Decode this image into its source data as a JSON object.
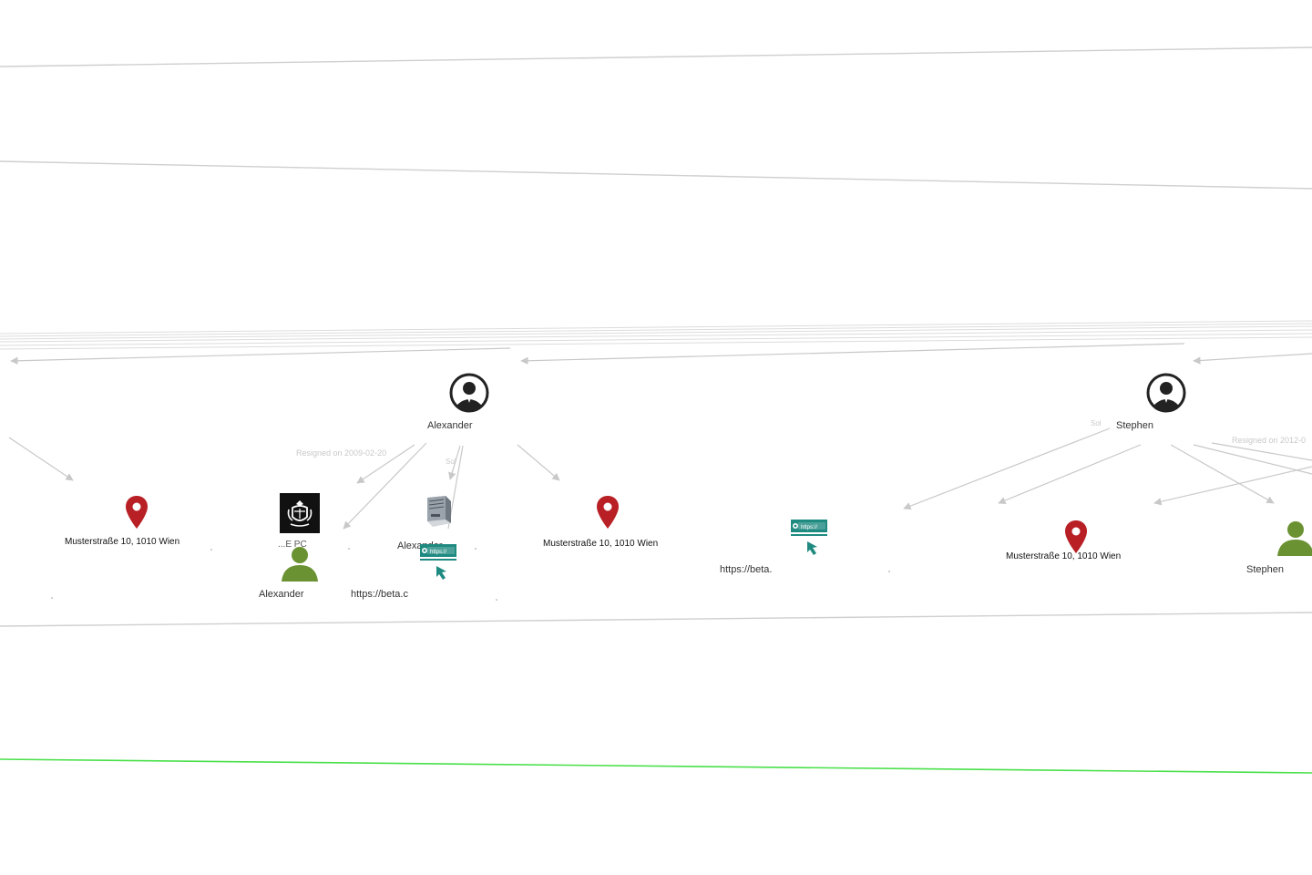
{
  "colors": {
    "edge": "#c8c8c8",
    "pin": "#b82025",
    "person": "#6b9232",
    "url_teal": "#1f8a80",
    "officer": "#222222",
    "green_line": "#49e049"
  },
  "nodes": {
    "officer_1": {
      "label": "Alexander",
      "icon": "officer-icon"
    },
    "officer_2": {
      "label": "Stephen",
      "icon": "officer-icon"
    },
    "address_1": {
      "label": "Musterstraße 10, 1010 Wien",
      "icon": "map-pin-icon"
    },
    "address_2": {
      "label": "Musterstraße 10, 1010 Wien",
      "icon": "map-pin-icon"
    },
    "address_3": {
      "label": "Musterstraße 10, 1010 Wien",
      "icon": "map-pin-icon"
    },
    "company_1": {
      "label": "...E PC",
      "icon": "royal-crest-icon"
    },
    "person_1": {
      "label": "Alexander",
      "icon": "person-icon"
    },
    "person_2": {
      "label": "Stephen",
      "icon": "person-icon"
    },
    "server_1": {
      "label": "Alexander",
      "icon": "server-icon"
    },
    "url_1": {
      "label": "https://beta.c",
      "icon": "url-icon",
      "badge": "https://"
    },
    "url_2": {
      "label": "https://beta.",
      "icon": "url-icon",
      "badge": "https://"
    }
  },
  "edge_labels": {
    "resigned_1": "Resigned on 2009-02-20",
    "resigned_2": "Resigned on 2012-0",
    "short_1": "Sol",
    "short_2": "Sol"
  }
}
